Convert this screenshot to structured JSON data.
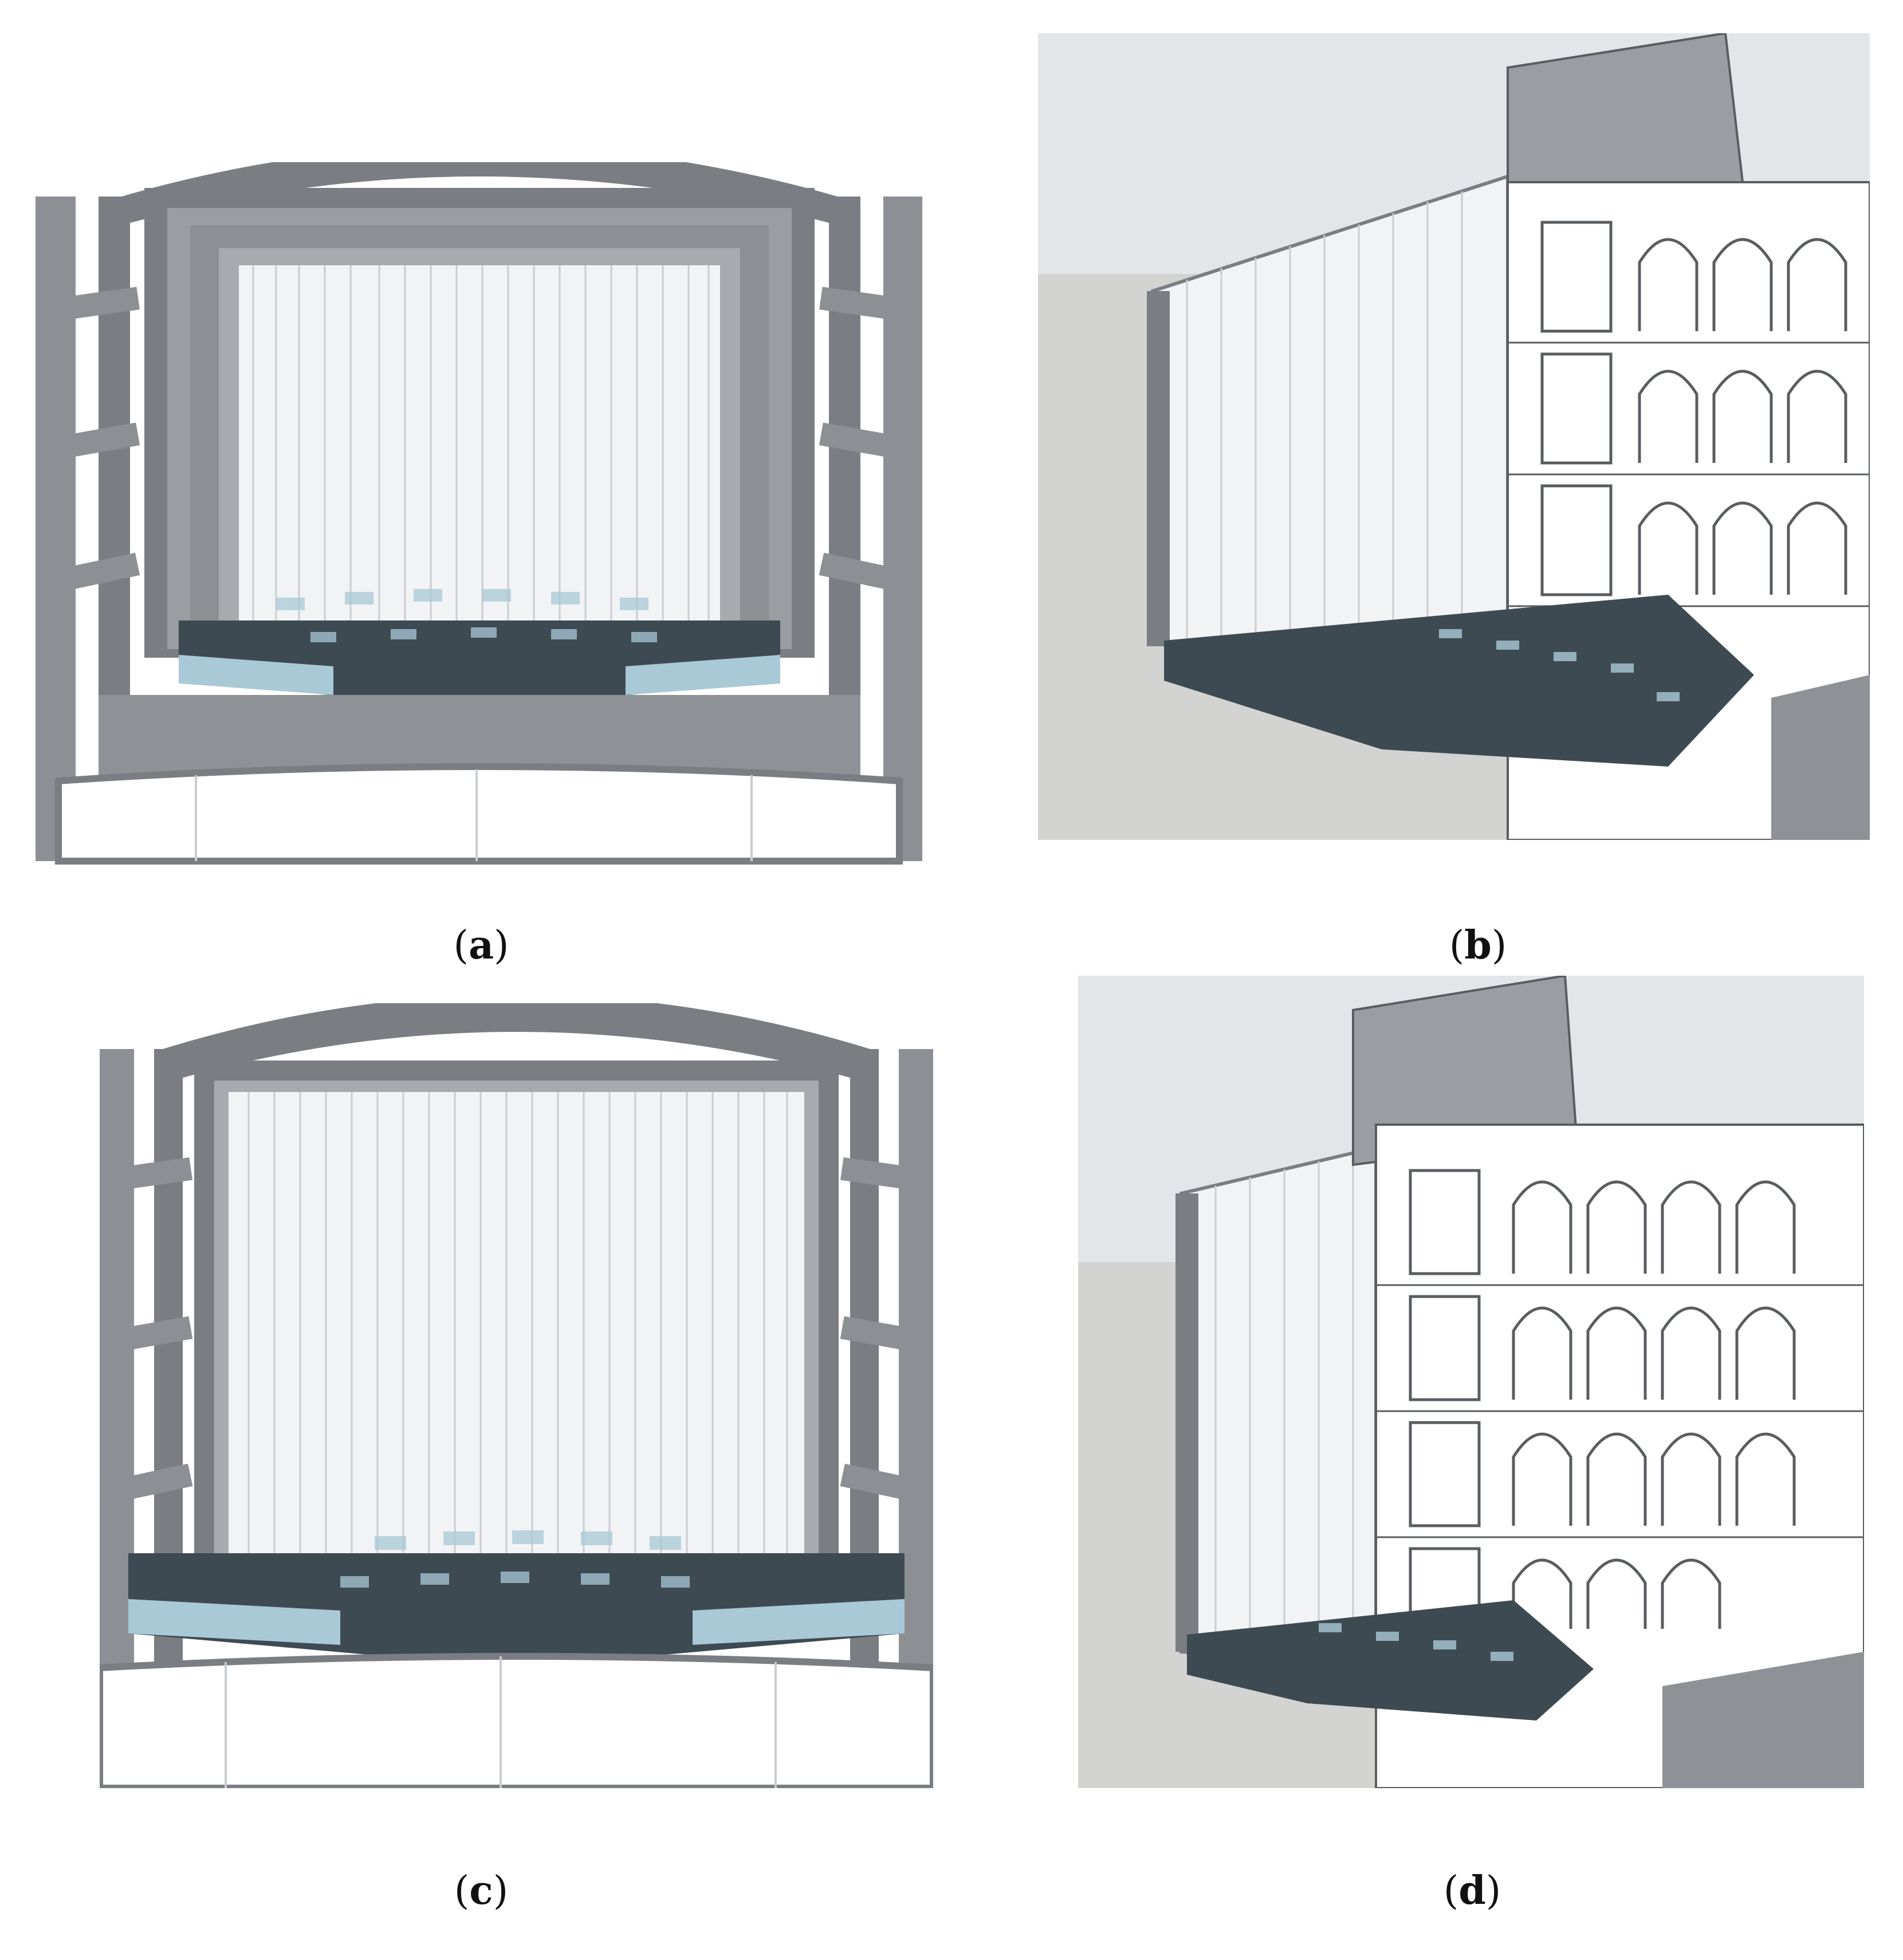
{
  "captions": {
    "a": {
      "open": "(",
      "letter": "a",
      "close": ")"
    },
    "b": {
      "open": "(",
      "letter": "b",
      "close": ")"
    },
    "c": {
      "open": "(",
      "letter": "c",
      "close": ")"
    },
    "d": {
      "open": "(",
      "letter": "d",
      "close": ")"
    }
  },
  "colors": {
    "frame_dark": "#7a7d82",
    "frame_mid": "#9a9da1",
    "curtain": "#f2f3f4",
    "curtain_line": "#c9ccd0",
    "seat_dark": "#3e4a52",
    "seat_light": "#a9c9d6",
    "stage_floor": "#8e9195",
    "sky": "#e3e6e9",
    "ground": "#d3d4d1",
    "facade": "#ffffff",
    "facade_line": "#5a5d60"
  }
}
